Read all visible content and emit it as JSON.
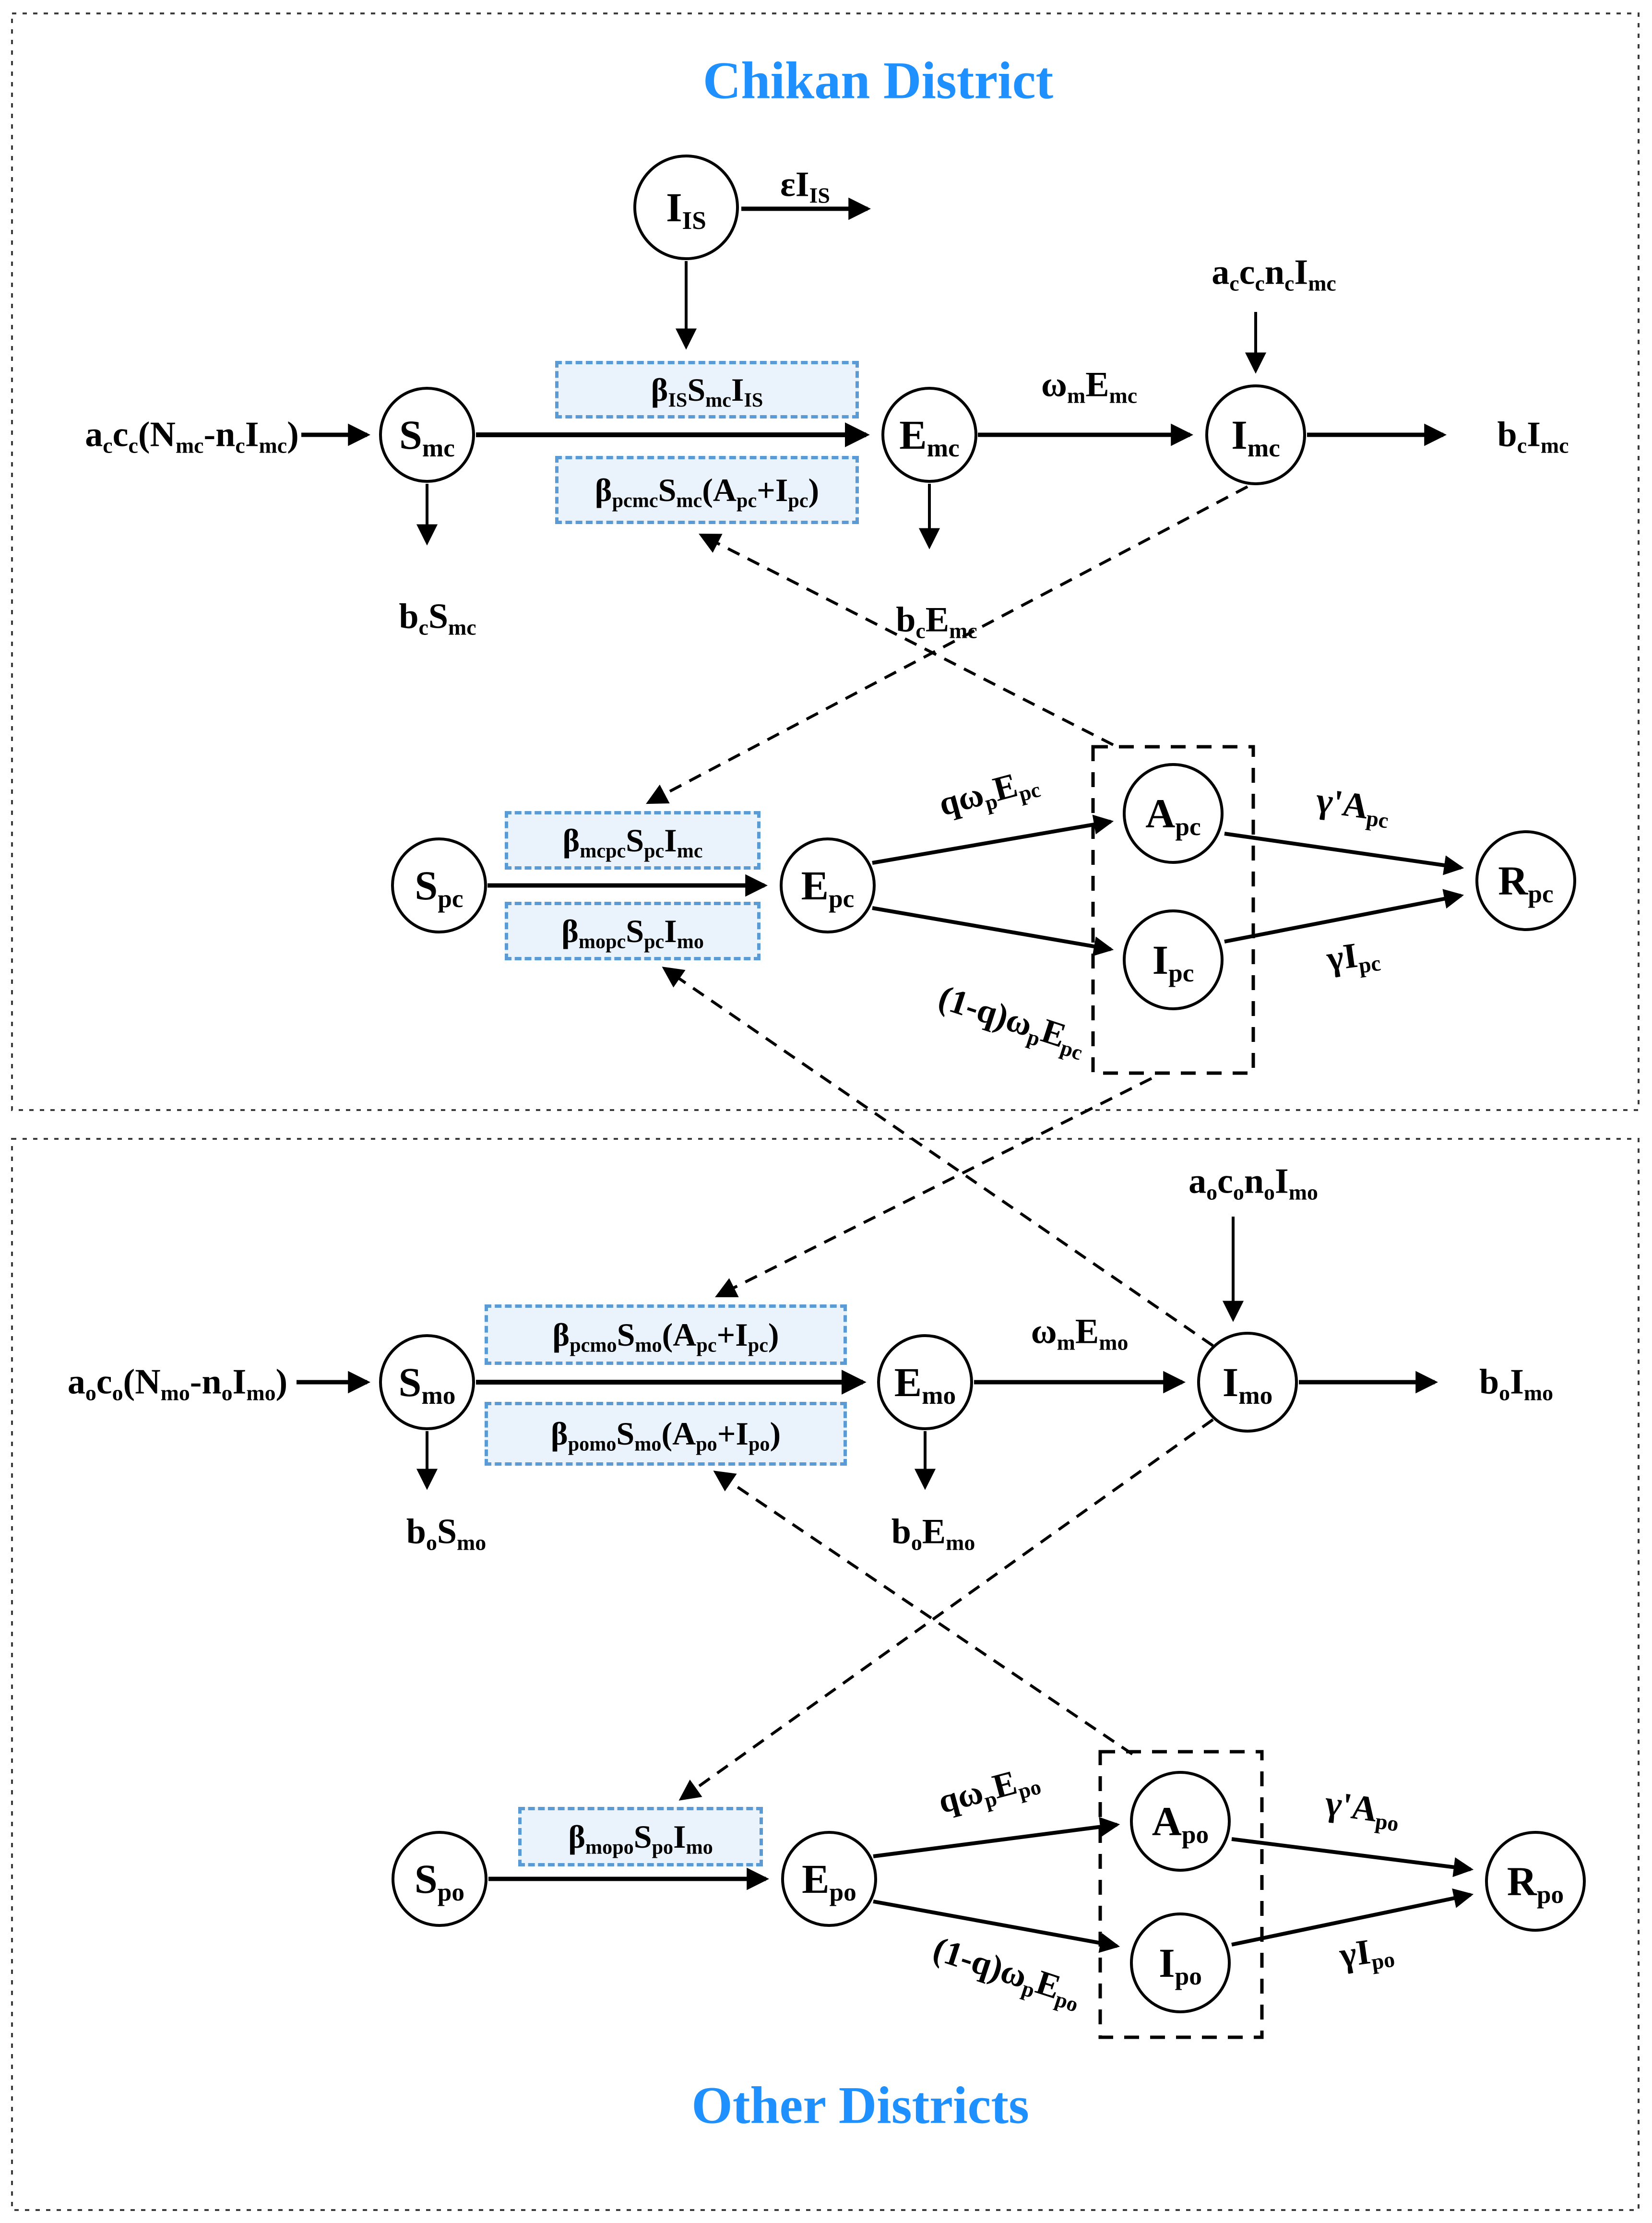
{
  "colors": {
    "title_text": "#1E90FF",
    "box_fill": "#EAF2FB",
    "box_border": "#5B9BD5",
    "line": "#000000",
    "border": "#3c3c3c"
  },
  "s1": {
    "title": "Chikan District",
    "nodes": {
      "iis": "I_{IS}",
      "smc": "S_{mc}",
      "emc": "E_{mc}",
      "imc": "I_{mc}",
      "spc": "S_{pc}",
      "epc": "E_{pc}",
      "apc": "A_{pc}",
      "ipc": "I_{pc}",
      "rpc": "R_{pc}"
    },
    "boxes": {
      "is": "β_{IS}S_{mc}I_{IS}",
      "pcmc": "β_{pcmc}S_{mc}(A_{pc}+I_{pc})",
      "mcpc": "β_{mcpc}S_{pc}I_{mc}",
      "mopc": "β_{mopc}S_{pc}I_{mo}"
    },
    "labels": {
      "epsilon_out": "εI_{IS}",
      "birth_in": "a_{c}c_{c}(N_{mc}-n_{c}I_{mc})",
      "reintro": "a_{c}c_{c}n_{c}I_{mc}",
      "progress": "ω_{m}E_{mc}",
      "death_s": "b_{c}S_{mc}",
      "death_e": "b_{c}E_{mc}",
      "death_i": "b_{c}I_{mc}",
      "branch_q": "qω_{p}E_{pc}",
      "branch_1q": "(1-q)ω_{p}E_{pc}",
      "recover_a": "γ'A_{pc}",
      "recover_i": "γI_{pc}"
    }
  },
  "s2": {
    "title": "Other Districts",
    "nodes": {
      "smo": "S_{mo}",
      "emo": "E_{mo}",
      "imo": "I_{mo}",
      "spo": "S_{po}",
      "epo": "E_{po}",
      "apo": "A_{po}",
      "ipo": "I_{po}",
      "rpo": "R_{po}"
    },
    "boxes": {
      "pcmo": "β_{pcmo}S_{mo}(A_{pc}+I_{pc})",
      "pomo": "β_{pomo}S_{mo}(A_{po}+I_{po})",
      "mopo": "β_{mopo}S_{po}I_{mo}"
    },
    "labels": {
      "birth_in": "a_{o}c_{o}(N_{mo}-n_{o}I_{mo})",
      "reintro": "a_{o}c_{o}n_{o}I_{mo}",
      "progress": "ω_{m}E_{mo}",
      "death_s": "b_{o}S_{mo}",
      "death_e": "b_{o}E_{mo}",
      "death_i": "b_{o}I_{mo}",
      "branch_q": "qω_{p}E_{po}",
      "branch_1q": "(1-q)ω_{p}E_{po}",
      "recover_a": "γ'A_{po}",
      "recover_i": "γI_{po}"
    }
  }
}
